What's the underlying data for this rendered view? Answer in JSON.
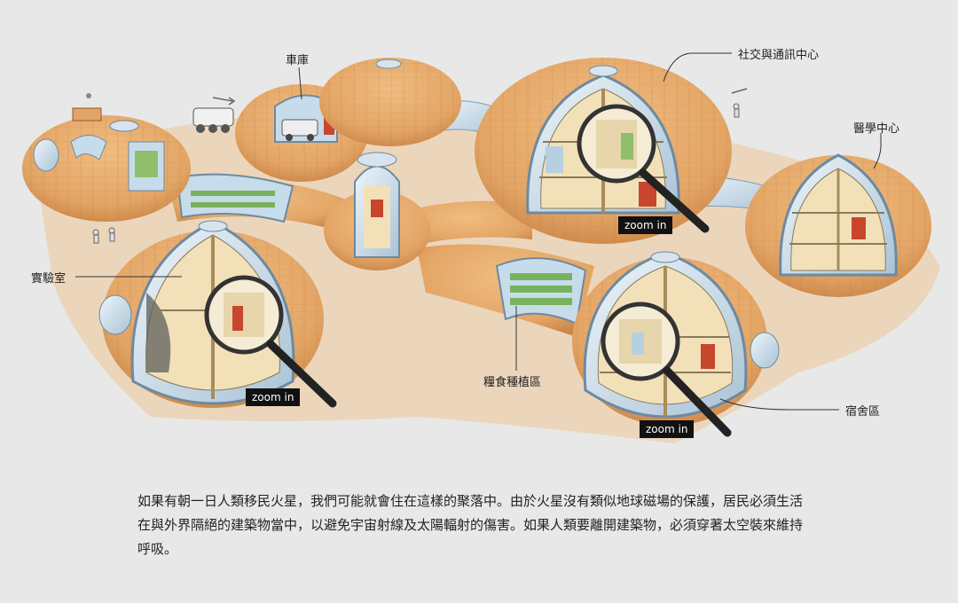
{
  "labels": {
    "garage": "車庫",
    "social": "社交與通訊中心",
    "medical": "醫學中心",
    "lab": "實驗室",
    "farm": "糧食種植區",
    "dorm": "宿舍區"
  },
  "zoom": {
    "social": "zoom in",
    "lab": "zoom in",
    "dorm": "zoom in"
  },
  "caption": "如果有朝一日人類移民火星，我們可能就會住在這樣的聚落中。由於火星沒有類似地球磁場的保護，居民必須生活在與外界隔絕的建築物當中，以避免宇宙射線及太陽輻射的傷害。如果人類要離開建築物，必須穿著太空裝來維持呼吸。",
  "colors": {
    "background": "#e8e8e8",
    "regolith": "#e3a565",
    "regolith_dark": "#c97f42",
    "dome_shell": "#c7dcea",
    "interior": "#f2e1b8",
    "label_line": "#333333"
  }
}
